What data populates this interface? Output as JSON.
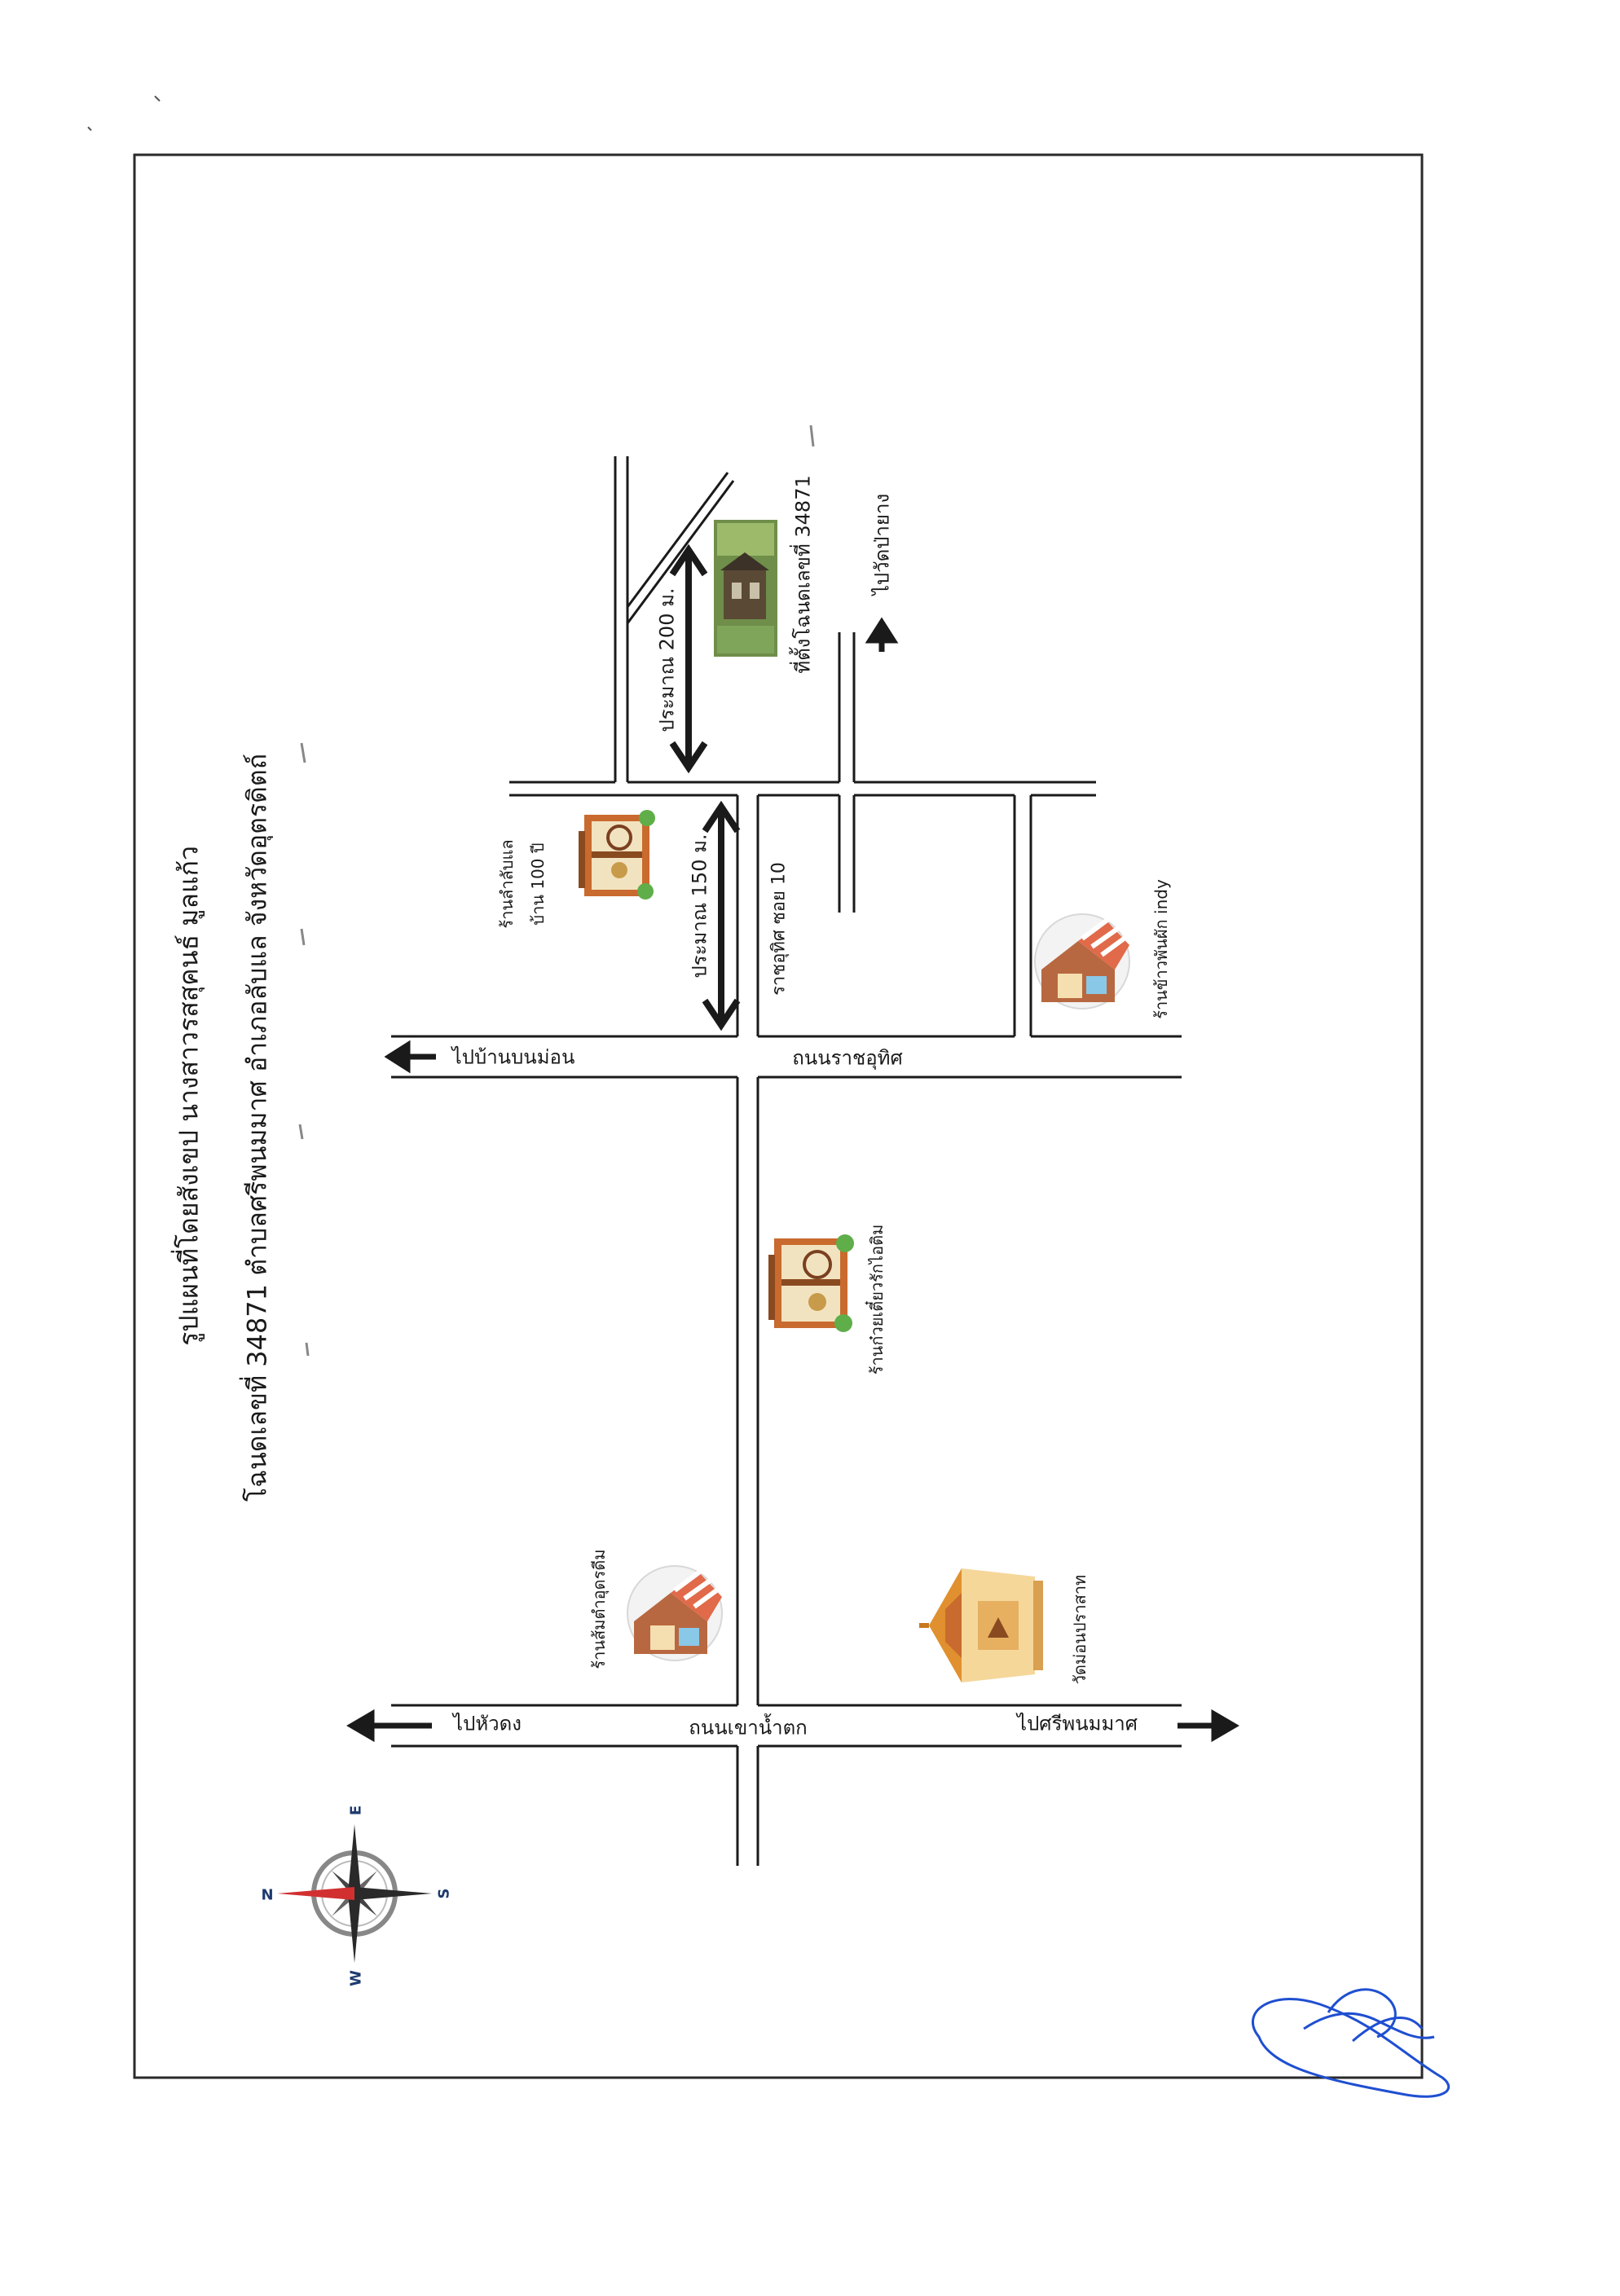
{
  "title": {
    "line1": "รูปแผนที่โดยสังเขป นางสาวรสสุคนธ์ มูลแก้ว",
    "line2": "โฉนดเลขที่ 34871 ตำบลศรีพนมมาศ อำเภอลับแล จังหวัดอุตรดิตถ์"
  },
  "roads": {
    "road_main": "ถนนเขาน้ำตก",
    "road_rachut": "ถนนราชอุทิศ",
    "soi": "ราชอุทิศ ซอย 10"
  },
  "directions": {
    "to_ban_bon_mon": "ไปบ้านบนม่อน",
    "to_hua_dong": "ไปหัวดง",
    "to_sri_phanom_mas": "ไปศรีพนมมาศ",
    "to_wat_pai_yang": "ไปวัดป่ายาง"
  },
  "distances": {
    "d150": "ประมาณ 150 ม.",
    "d200": "ประมาณ 200 ม."
  },
  "places": {
    "site": "ที่ตั้งโฉนดเลขที่ 34871",
    "shop_100": {
      "line1": "ร้านลำลับแล",
      "line2": "บ้าน 100 ปี"
    },
    "shop_indy": "ร้านข้าวพันผัก indy",
    "shop_kuaytiao": "ร้านก๋วยเตี๋ยวรักไอติม",
    "shop_somtam": "ร้านส้มตำอุดรดีม",
    "temple": "วัดม่อนปราสาท"
  },
  "compass": {
    "n": "N",
    "e": "E",
    "s": "S",
    "w": "W"
  },
  "colors": {
    "ink": "#1a1a1a",
    "signature": "#1f4fd1",
    "compass_red": "#d23030"
  }
}
